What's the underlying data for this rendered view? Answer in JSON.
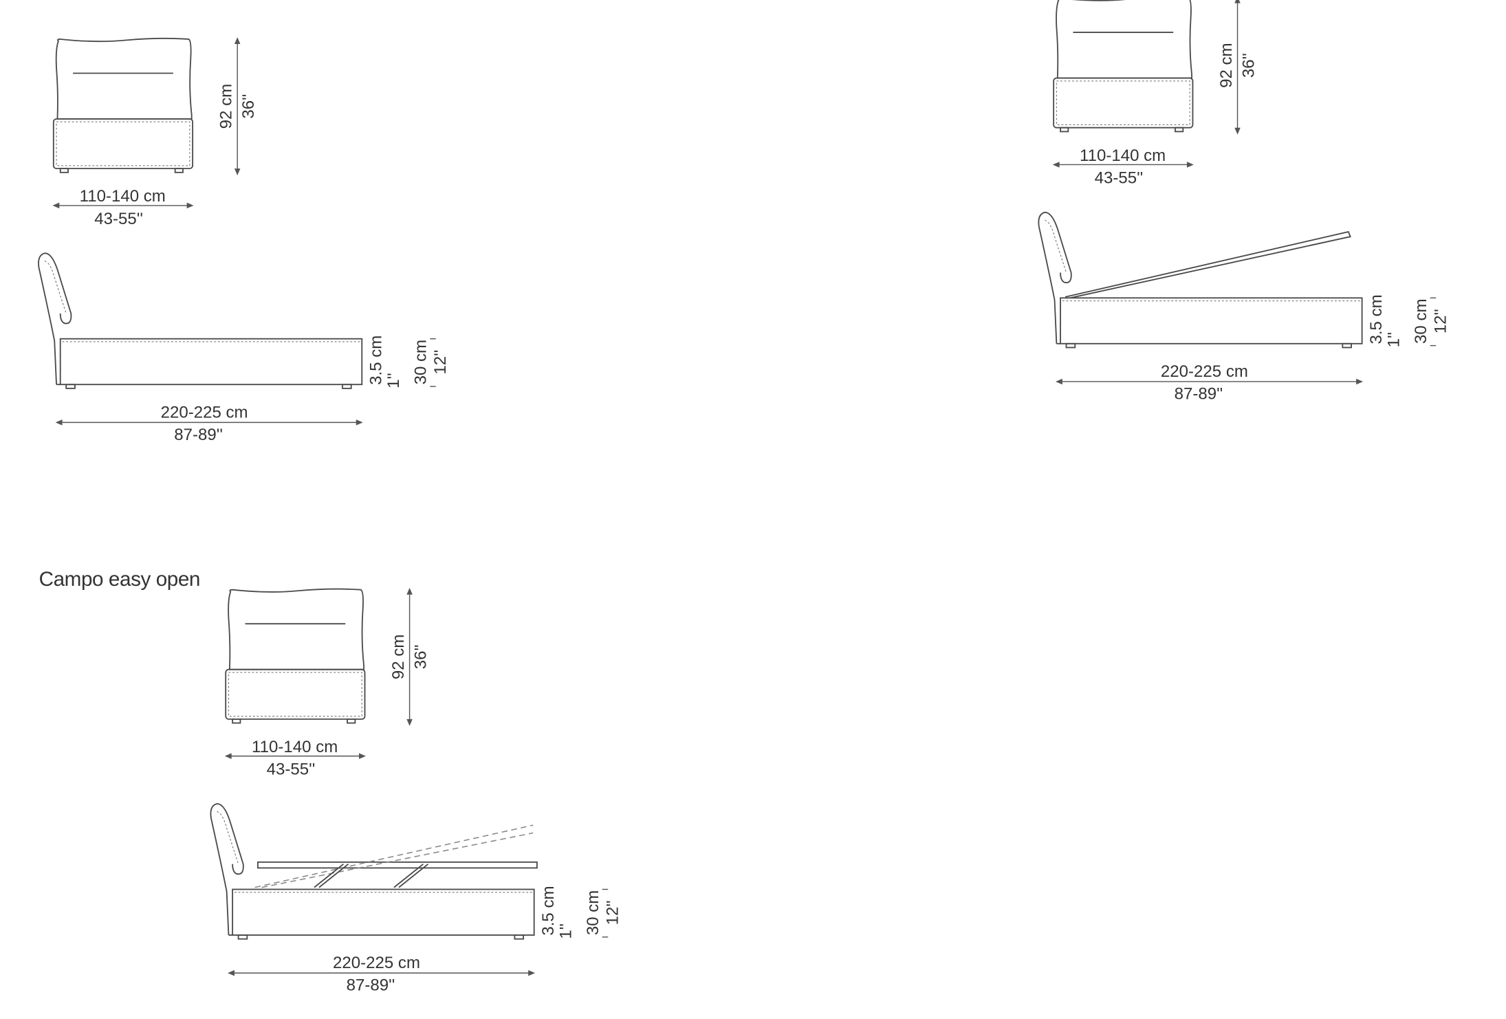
{
  "caption": "Campo easy open",
  "drawings": [
    {
      "variant": "standard",
      "height_cm": "92 cm",
      "height_in": "36''",
      "width_cm": "110-140 cm",
      "width_in": "43-55''",
      "length_cm": "220-225 cm",
      "length_in": "87-89''",
      "leg_cm": "3.5 cm",
      "leg_in": "1''",
      "base_cm": "30 cm",
      "base_in": "12''"
    },
    {
      "variant": "lift-up",
      "height_cm": "92 cm",
      "height_in": "36''",
      "width_cm": "110-140 cm",
      "width_in": "43-55''",
      "length_cm": "220-225 cm",
      "length_in": "87-89''",
      "leg_cm": "3.5 cm",
      "leg_in": "1''",
      "base_cm": "30 cm",
      "base_in": "12''"
    },
    {
      "variant": "easy-open",
      "height_cm": "92 cm",
      "height_in": "36''",
      "width_cm": "110-140 cm",
      "width_in": "43-55''",
      "length_cm": "220-225 cm",
      "length_in": "87-89''",
      "leg_cm": "3.5 cm",
      "leg_in": "1''",
      "base_cm": "30 cm",
      "base_in": "12''"
    }
  ]
}
